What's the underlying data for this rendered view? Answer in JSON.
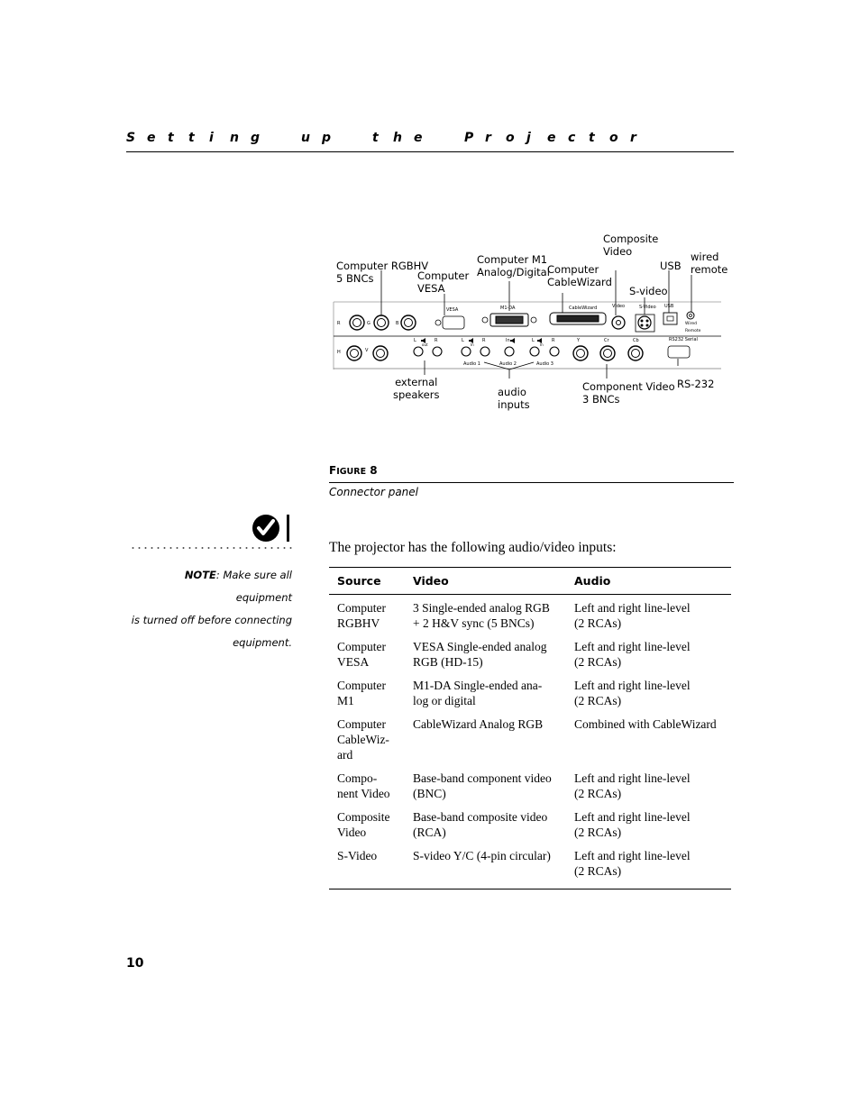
{
  "header": {
    "words": [
      [
        "S",
        "e",
        "t",
        "t",
        "i",
        "n",
        "g"
      ],
      [
        "u",
        "p"
      ],
      [
        "t",
        "h",
        "e"
      ],
      [
        "P",
        "r",
        "o",
        "j",
        "e",
        "c",
        "t",
        "o",
        "r"
      ]
    ]
  },
  "figure": {
    "callouts": {
      "computer_rgbhv": "Computer RGBHV\n5 BNCs",
      "computer_vesa": "Computer\nVESA",
      "computer_m1": "Computer M1\nAnalog/Digital",
      "computer_cablewizard": "Computer\nCableWizard",
      "composite_video": "Composite\nVideo",
      "usb": "USB",
      "wired_remote": "wired\nremote",
      "s_video": "S-video",
      "external_speakers": "external\nspeakers",
      "audio_inputs": "audio\ninputs",
      "component_video": "Component Video\n3 BNCs",
      "rs232": "RS-232"
    },
    "panel_labels": {
      "r": "R",
      "g": "G",
      "b": "B",
      "h": "H",
      "v": "V",
      "vesa": "VESA",
      "m1da": "M1-DA",
      "cablewizard": "CableWizard",
      "video": "Video",
      "svideo": "S-Video",
      "usb": "USB",
      "wired_remote": "Wired\nRemote",
      "rs232_serial": "RS232 Serial",
      "audio1": "Audio 1",
      "audio2": "Audio 2",
      "audio3": "Audio 3",
      "l": "L",
      "r_audio": "R",
      "in": "In",
      "out": "out",
      "y": "Y",
      "cr": "Cr",
      "cb": "Cb"
    },
    "title_first": "F",
    "title_rest": "IGURE",
    "title_num": "8",
    "caption": "Connector panel"
  },
  "note": {
    "label": "NOTE",
    "text_1": ": Make sure all equipment",
    "text_2": "is turned off before connecting",
    "text_3": "equipment."
  },
  "intro": "The projector has the following audio/video inputs:",
  "table": {
    "headers": [
      "Source",
      "Video",
      "Audio"
    ],
    "rows": [
      [
        "Computer\nRGBHV",
        "3 Single-ended analog RGB\n+ 2 H&V sync (5 BNCs)",
        "Left and right line-level\n(2 RCAs)"
      ],
      [
        "Computer\nVESA",
        "VESA Single-ended analog\nRGB (HD-15)",
        "Left and right line-level\n(2 RCAs)"
      ],
      [
        "Computer\nM1",
        "M1-DA Single-ended ana-\nlog or digital",
        "Left and right line-level\n(2 RCAs)"
      ],
      [
        "Computer\nCableWiz-\nard",
        "CableWizard Analog RGB",
        "Combined with CableWizard"
      ],
      [
        "Compo-\nnent Video",
        "Base-band component video\n(BNC)",
        "Left and right line-level\n(2 RCAs)"
      ],
      [
        "Composite\nVideo",
        "Base-band composite video\n(RCA)",
        "Left and right line-level\n(2 RCAs)"
      ],
      [
        "S-Video",
        "S-video Y/C (4-pin circular)",
        "Left and right line-level\n(2 RCAs)"
      ]
    ]
  },
  "page_number": "10"
}
